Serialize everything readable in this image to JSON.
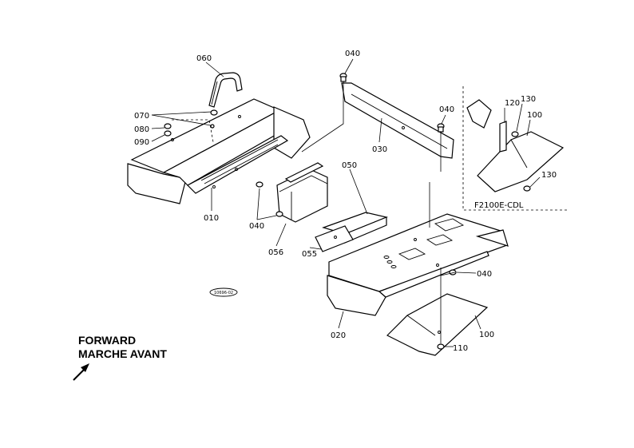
{
  "labels": {
    "p010": "010",
    "p020": "020",
    "p030": "030",
    "p040a": "040",
    "p040b": "040",
    "p040c": "040",
    "p040d": "040",
    "p050": "050",
    "p055": "055",
    "p056": "056",
    "p060": "060",
    "p070": "070",
    "p080": "080",
    "p090": "090",
    "p100a": "100",
    "p100b": "100",
    "p110": "110",
    "p120": "120",
    "p130a": "130",
    "p130b": "130"
  },
  "variant_label": "F2100E-CDL",
  "stamp_code": "10696-02",
  "direction": {
    "line1": "FORWARD",
    "line2": "MARCHE AVANT"
  }
}
